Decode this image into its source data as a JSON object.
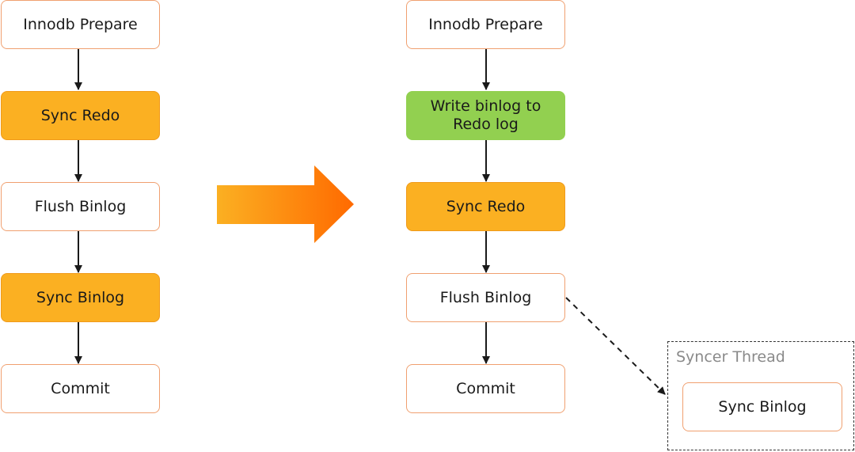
{
  "before": {
    "steps": [
      {
        "label": "Innodb Prepare",
        "style": "plain"
      },
      {
        "label": "Sync Redo",
        "style": "orange"
      },
      {
        "label": "Flush Binlog",
        "style": "plain"
      },
      {
        "label": "Sync Binlog",
        "style": "orange"
      },
      {
        "label": "Commit",
        "style": "plain"
      }
    ]
  },
  "after": {
    "steps": [
      {
        "label": "Innodb Prepare",
        "style": "plain"
      },
      {
        "label": "Write binlog to\nRedo log",
        "style": "green"
      },
      {
        "label": "Sync Redo",
        "style": "orange"
      },
      {
        "label": "Flush Binlog",
        "style": "plain"
      },
      {
        "label": "Commit",
        "style": "plain"
      }
    ]
  },
  "syncer_thread": {
    "title": "Syncer Thread",
    "step": "Sync Binlog"
  },
  "colors": {
    "orange_fill": "#fbb022",
    "green_fill": "#92d050",
    "node_border": "#f0a070",
    "arrow_gradient_start": "#fbb022",
    "arrow_gradient_end": "#ff6a00"
  }
}
